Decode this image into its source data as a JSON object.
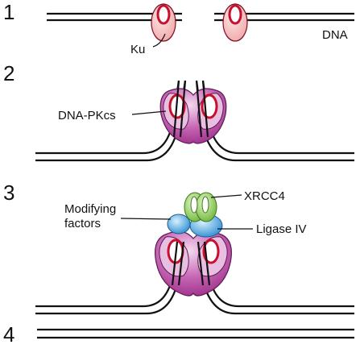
{
  "steps": [
    "1",
    "2",
    "3",
    "4"
  ],
  "labels": {
    "ku": "Ku",
    "dna": "DNA",
    "dna_pkcs": "DNA-PKcs",
    "xrcc4": "XRCC4",
    "modifying_factors_line1": "Modifying",
    "modifying_factors_line2": "factors",
    "ligase_iv": "Ligase IV"
  },
  "colors": {
    "dna": "#111111",
    "ku_fill": "#f7c9c9",
    "ku_ring": "#c8102e",
    "dna_pkcs_fill": "#b84aa4",
    "dna_pkcs_light": "#e6b9dd",
    "xrcc4": "#8fd14f",
    "ligase_iv": "#42a5e0"
  }
}
